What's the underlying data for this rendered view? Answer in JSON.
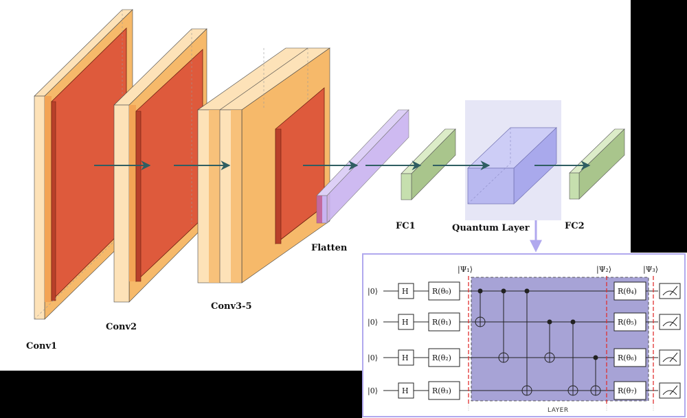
{
  "labels": {
    "conv1": "Conv1",
    "conv2": "Conv2",
    "conv3_5": "Conv3-5",
    "flatten": "Flatten",
    "fc1": "FC1",
    "quantum": "Quantum Layer",
    "fc2": "FC2"
  },
  "circuit": {
    "inputs": [
      "|0⟩",
      "|0⟩",
      "|0⟩",
      "|0⟩"
    ],
    "hadamard": [
      "H",
      "H",
      "H",
      "H"
    ],
    "rot_in": [
      "R(θ₀)",
      "R(θ₁)",
      "R(θ₂)",
      "R(θ₃)"
    ],
    "rot_out": [
      "R(θ₄)",
      "R(θ₅)",
      "R(θ₆)",
      "R(θ₇)"
    ],
    "psi1": "|Ψ₁⟩",
    "psi2": "|Ψ₂⟩",
    "psi3": "|Ψ₃⟩",
    "layer": "LAYER"
  },
  "colors": {
    "background": "#000000",
    "canvas": "#ffffff",
    "block_light": "#fde2b8",
    "block_mid": "#f6b96a",
    "feature_map": "#de5a3c",
    "flatten": "#c9b3f0",
    "fc": "#c6dfae",
    "quantum_box": "#b9b9f0",
    "quantum_bg": "#e6e6f6",
    "arrow": "#2f5e62",
    "layer_fill": "#a7a3d6",
    "barrier": "#e03030"
  }
}
